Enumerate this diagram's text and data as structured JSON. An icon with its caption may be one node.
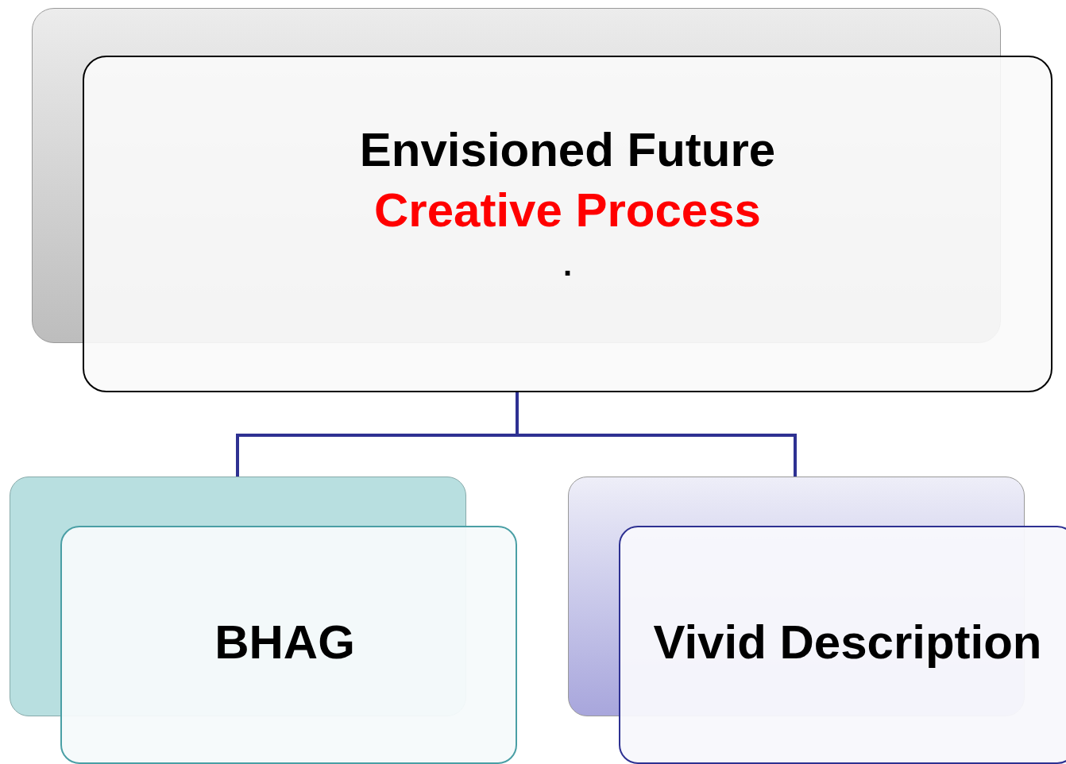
{
  "diagram": {
    "nodes": [
      {
        "text": [
          "Envisioned Future",
          "Creative Process",
          "."
        ]
      },
      {
        "text": [
          "BHAG"
        ]
      },
      {
        "text": [
          "Vivid Description"
        ]
      }
    ],
    "edges": [
      {
        "from": 0,
        "to": 1,
        "arrow": "none"
      },
      {
        "from": 0,
        "to": 2,
        "arrow": "none"
      }
    ]
  }
}
